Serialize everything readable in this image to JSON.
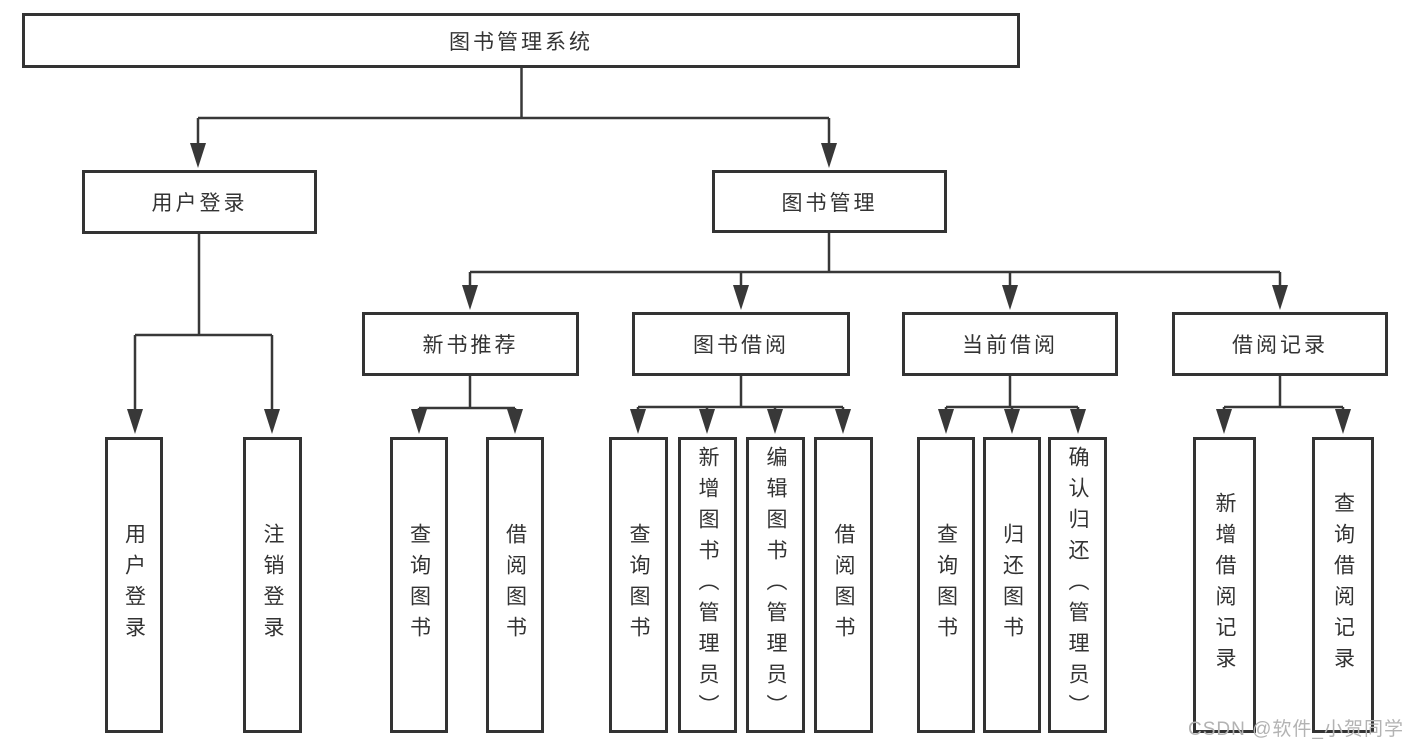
{
  "tree": {
    "root": {
      "label": "图书管理系统",
      "children": [
        {
          "label": "用户登录",
          "children": [
            {
              "label": "用户登录"
            },
            {
              "label": "注销登录"
            }
          ]
        },
        {
          "label": "图书管理",
          "children": [
            {
              "label": "新书推荐",
              "children": [
                {
                  "label": "查询图书"
                },
                {
                  "label": "借阅图书"
                }
              ]
            },
            {
              "label": "图书借阅",
              "children": [
                {
                  "label": "查询图书"
                },
                {
                  "label": "新增图书（管理员）"
                },
                {
                  "label": "编辑图书（管理员）"
                },
                {
                  "label": "借阅图书"
                }
              ]
            },
            {
              "label": "当前借阅",
              "children": [
                {
                  "label": "查询图书"
                },
                {
                  "label": "归还图书"
                },
                {
                  "label": "确认归还（管理员）"
                }
              ]
            },
            {
              "label": "借阅记录",
              "children": [
                {
                  "label": "新增借阅记录"
                },
                {
                  "label": "查询借阅记录"
                }
              ]
            }
          ]
        }
      ]
    }
  },
  "watermark": "CSDN @软件_小贺同学",
  "colors": {
    "line": "#383838",
    "box_border": "#333333",
    "text": "#333333",
    "watermark": "#b3b3b3",
    "background": "#ffffff"
  }
}
